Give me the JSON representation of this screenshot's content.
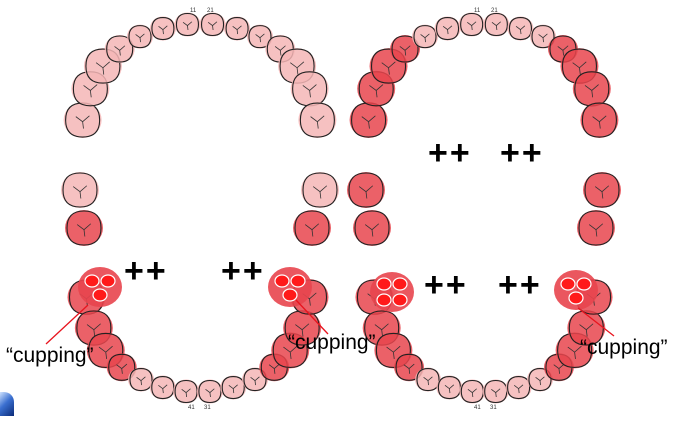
{
  "labels": {
    "plus": "++",
    "cupping": "“cupping”",
    "tooth_upper_left": "11",
    "tooth_upper_right": "21",
    "tooth_lower_left": "41",
    "tooth_lower_right": "31"
  },
  "colors": {
    "wear_light": "#f4b6b6",
    "wear_dark": "#e8454e",
    "cup_spot": "#ff1a1a",
    "outline": "#222222",
    "pointer_line": "#e8141e"
  },
  "panels": [
    {
      "arch": "upper",
      "posterior_wear": "light",
      "plus_marks": 0,
      "cupping_label": false
    },
    {
      "arch": "upper",
      "posterior_wear": "dark",
      "plus_marks": 2,
      "cupping_label": false
    },
    {
      "arch": "lower",
      "posterior_wear": "dark",
      "plus_marks": 2,
      "cupping_label": true
    },
    {
      "arch": "lower",
      "posterior_wear": "dark",
      "plus_marks": 2,
      "cupping_label": true
    }
  ]
}
